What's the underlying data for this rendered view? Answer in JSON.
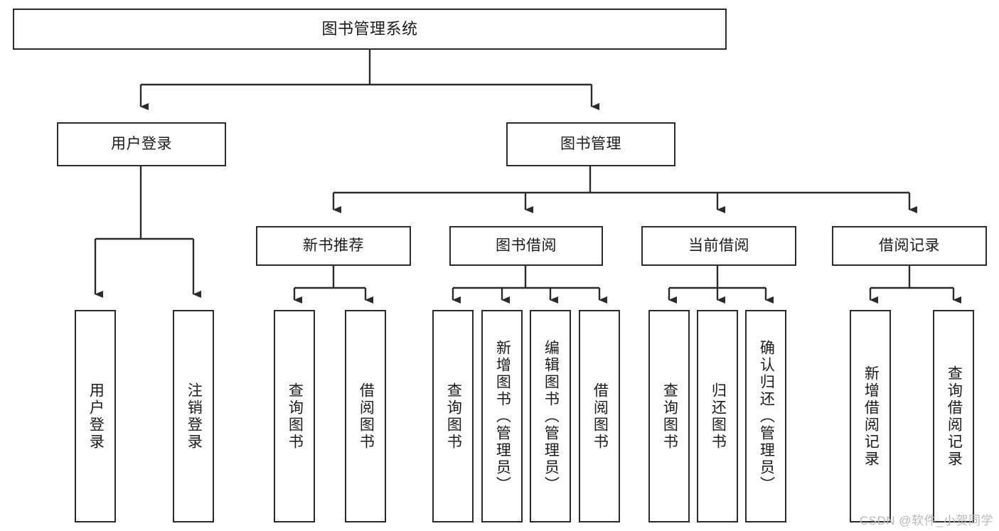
{
  "diagram": {
    "title": "图书管理系统",
    "type": "tree-hierarchy-diagram",
    "colors": {
      "node_border": "#2b2b2b",
      "node_fill": "#ffffff",
      "connector": "#2b2b2b",
      "text": "#1a1a1a",
      "watermark": "#b9b9b9",
      "background": "#ffffff"
    },
    "root": {
      "label": "图书管理系统"
    },
    "level2": [
      {
        "label": "用户登录"
      },
      {
        "label": "图书管理"
      }
    ],
    "level3": [
      {
        "label": "新书推荐"
      },
      {
        "label": "图书借阅"
      },
      {
        "label": "当前借阅"
      },
      {
        "label": "借阅记录"
      }
    ],
    "leaves": {
      "user_login": [
        {
          "label": "用户登录"
        },
        {
          "label": "注销登录"
        }
      ],
      "new_book_recommend": [
        {
          "label": "查询图书"
        },
        {
          "label": "借阅图书"
        }
      ],
      "book_borrow": [
        {
          "label": "查询图书"
        },
        {
          "label": "新增图书（管理员）"
        },
        {
          "label": "编辑图书（管理员）"
        },
        {
          "label": "借阅图书"
        }
      ],
      "current_borrow": [
        {
          "label": "查询图书"
        },
        {
          "label": "归还图书"
        },
        {
          "label": "确认归还（管理员）"
        }
      ],
      "borrow_record": [
        {
          "label": "新增借阅记录"
        },
        {
          "label": "查询借阅记录"
        }
      ]
    },
    "watermark": "CSDN @软件_小贺同学"
  }
}
